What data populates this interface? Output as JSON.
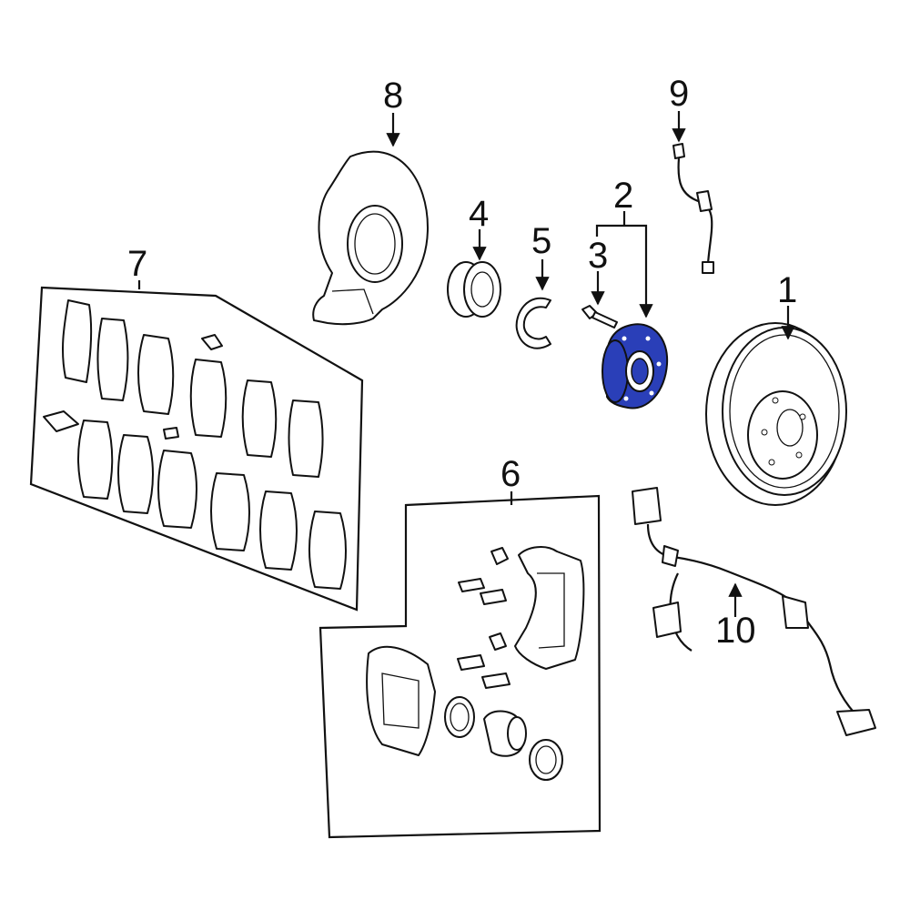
{
  "callouts": {
    "c1": "1",
    "c2": "2",
    "c3": "3",
    "c4": "4",
    "c5": "5",
    "c6": "6",
    "c7": "7",
    "c8": "8",
    "c9": "9",
    "c10": "10"
  },
  "colors": {
    "highlight": "#2a3fb8",
    "line": "#111111",
    "background": "#ffffff"
  },
  "highlighted_part": "c2"
}
